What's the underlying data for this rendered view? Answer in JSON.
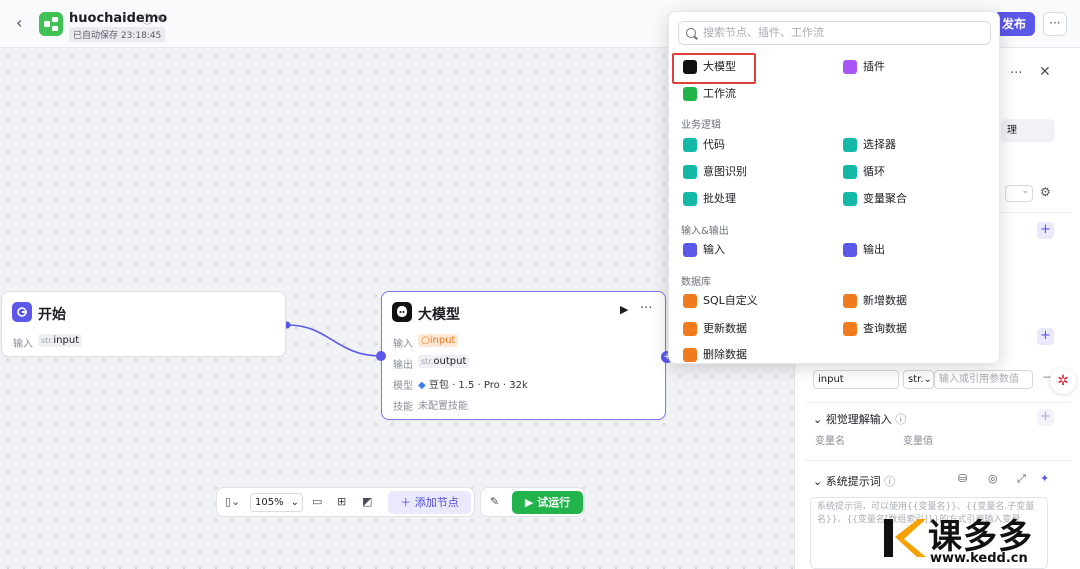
{
  "header": {
    "app_name": "huochaidemo",
    "autosave": "已自动保存 23:18:45",
    "publish_label": "发布",
    "more_label": "···"
  },
  "start_node": {
    "title": "开始",
    "input_label": "输入",
    "input_type": "str.",
    "input_name": "input"
  },
  "llm_node": {
    "title": "大模型",
    "input_label": "输入",
    "input_var": "input",
    "output_label": "输出",
    "output_type": "str.",
    "output_name": "output",
    "model_label": "模型",
    "model_value": "豆包 · 1.5 · Pro · 32k",
    "skills_label": "技能",
    "skills_value": "未配置技能"
  },
  "toolbar": {
    "zoom": "105%",
    "add_node_label": "添加节点",
    "run_label": "试运行"
  },
  "dropdown": {
    "search_placeholder": "搜索节点、插件、工作流",
    "top_items": [
      {
        "label": "大模型",
        "icon": "llm-icon",
        "color": "#111111"
      },
      {
        "label": "插件",
        "icon": "plugin-icon",
        "color": "#a855f7"
      },
      {
        "label": "工作流",
        "icon": "workflow-icon",
        "color": "#22b34a"
      }
    ],
    "groups": [
      {
        "title": "业务逻辑",
        "items": [
          {
            "label": "代码",
            "color": "#14b8a6"
          },
          {
            "label": "选择器",
            "color": "#14b8a6"
          },
          {
            "label": "意图识别",
            "color": "#14b8a6"
          },
          {
            "label": "循环",
            "color": "#14b8a6"
          },
          {
            "label": "批处理",
            "color": "#14b8a6"
          },
          {
            "label": "变量聚合",
            "color": "#14b8a6"
          }
        ]
      },
      {
        "title": "输入&输出",
        "items": [
          {
            "label": "输入",
            "color": "#5a57e9"
          },
          {
            "label": "输出",
            "color": "#5a57e9"
          }
        ]
      },
      {
        "title": "数据库",
        "items": [
          {
            "label": "SQL自定义",
            "color": "#f07b1e"
          },
          {
            "label": "新增数据",
            "color": "#f07b1e"
          },
          {
            "label": "更新数据",
            "color": "#f07b1e"
          },
          {
            "label": "查询数据",
            "color": "#f07b1e"
          },
          {
            "label": "删除数据",
            "color": "#f07b1e"
          }
        ]
      }
    ]
  },
  "right_panel": {
    "partial_label": "理",
    "input_field_value": "input",
    "type_select": "str.",
    "value_placeholder": "输入或引用参数值",
    "vision_section": "视觉理解输入",
    "var_name_col": "变量名",
    "var_value_col": "变量值",
    "system_prompt_section": "系统提示词",
    "system_prompt_placeholder": "系统提示词，可以使用{{变量名}}、{{变量名.子变量名}}、{{变量名[数组索引]}}的方式引用输入变量"
  },
  "watermark": {
    "brand": "课多多",
    "url": "www.kedd.cn"
  }
}
